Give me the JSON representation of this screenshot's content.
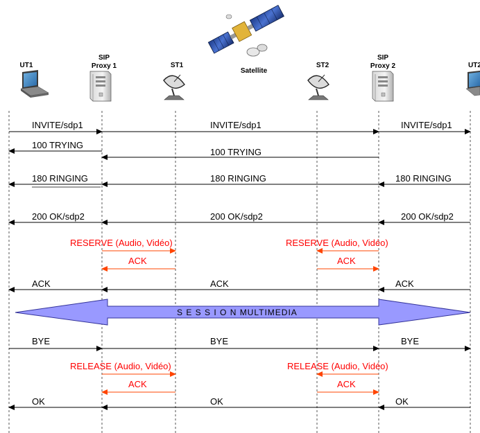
{
  "entities": [
    {
      "id": "ut1",
      "label": "UT1",
      "icon": "laptop-icon"
    },
    {
      "id": "proxy1",
      "label_line1": "SIP",
      "label_line2": "Proxy 1",
      "icon": "server-icon"
    },
    {
      "id": "st1",
      "label": "ST1",
      "icon": "satellite-dish-icon"
    },
    {
      "id": "satellite",
      "label": "Satellite",
      "icon": "satellite-icon"
    },
    {
      "id": "st2",
      "label": "ST2",
      "icon": "satellite-dish-icon"
    },
    {
      "id": "proxy2",
      "label_line1": "SIP",
      "label_line2": "Proxy 2",
      "icon": "server-icon"
    },
    {
      "id": "ut2",
      "label": "UT2",
      "icon": "laptop-icon"
    }
  ],
  "messages": {
    "invite_1": "INVITE/sdp1",
    "invite_2": "INVITE/sdp1",
    "invite_3": "INVITE/sdp1",
    "trying_1": "100 TRYING",
    "trying_2": "100 TRYING",
    "ringing_1": "180 RINGING",
    "ringing_2": "180 RINGING",
    "ringing_3": "180 RINGING",
    "ok_sdp_1": "200 OK/sdp2",
    "ok_sdp_2": "200 OK/sdp2",
    "ok_sdp_3": "200 OK/sdp2",
    "reserve_1": "RESERVE (Audio, Vidéo)",
    "reserve_2": "RESERVE (Audio, Vidéo)",
    "ack_r1": "ACK",
    "ack_r2": "ACK",
    "ack_1": "ACK",
    "ack_2": "ACK",
    "ack_3": "ACK",
    "session": "S E S S I O N MULTIMEDIA",
    "bye_1": "BYE",
    "bye_2": "BYE",
    "bye_3": "BYE",
    "release_1": "RELEASE (Audio, Vidéo)",
    "release_2": "RELEASE (Audio, Vidéo)",
    "ack_l1": "ACK",
    "ack_l2": "ACK",
    "ok_1": "OK",
    "ok_2": "OK",
    "ok_3": "OK"
  },
  "colors": {
    "red": "#ff0000",
    "session_fill": "#9999ff",
    "lifeline": "#555555"
  }
}
